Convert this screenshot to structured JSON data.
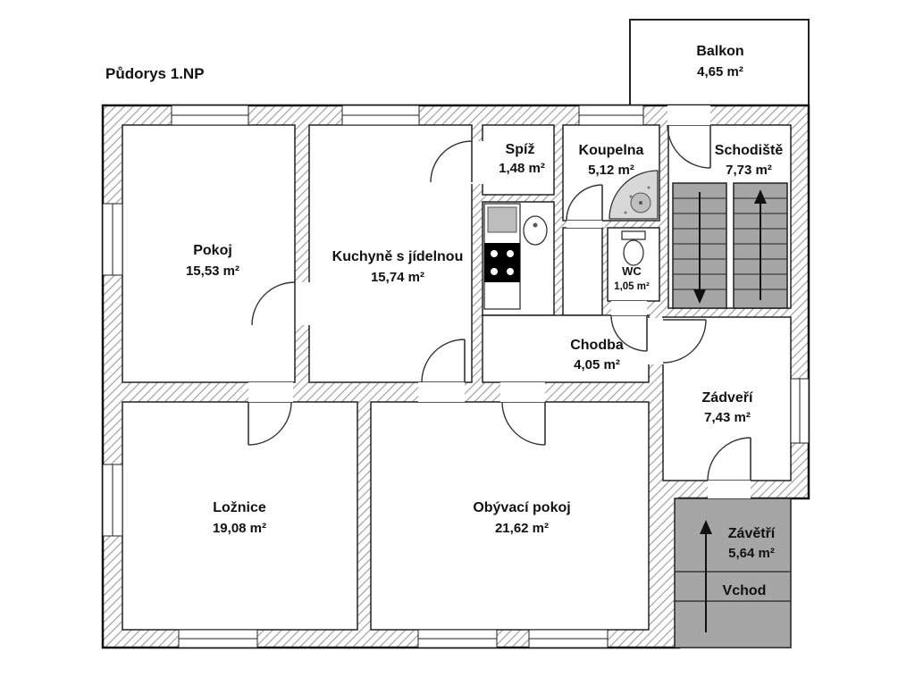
{
  "title": "Půdorys 1.NP",
  "rooms": [
    {
      "name": "Balkon",
      "area": "4,65 m²"
    },
    {
      "name": "Spíž",
      "area": "1,48 m²"
    },
    {
      "name": "Koupelna",
      "area": "5,12 m²"
    },
    {
      "name": "Schodiště",
      "area": "7,73 m²"
    },
    {
      "name": "Pokoj",
      "area": "15,53 m²"
    },
    {
      "name": "Kuchyně s jídelnou",
      "area": "15,74 m²"
    },
    {
      "name": "WC",
      "area": "1,05 m²"
    },
    {
      "name": "Chodba",
      "area": "4,05 m²"
    },
    {
      "name": "Zádveří",
      "area": "7,43 m²"
    },
    {
      "name": "Ložnice",
      "area": "19,08 m²"
    },
    {
      "name": "Obývací pokoj",
      "area": "21,62 m²"
    },
    {
      "name": "Závětří",
      "area": "5,64 m²"
    }
  ],
  "entrance_label": "Vchod",
  "colors": {
    "wall_hatch": "#9a9a9a",
    "outline": "#111111",
    "stair_fill": "#a6a6a6",
    "porch_fill": "#a6a6a6",
    "stove_fill": "#000000",
    "shower_fill": "#d8d8d8"
  }
}
